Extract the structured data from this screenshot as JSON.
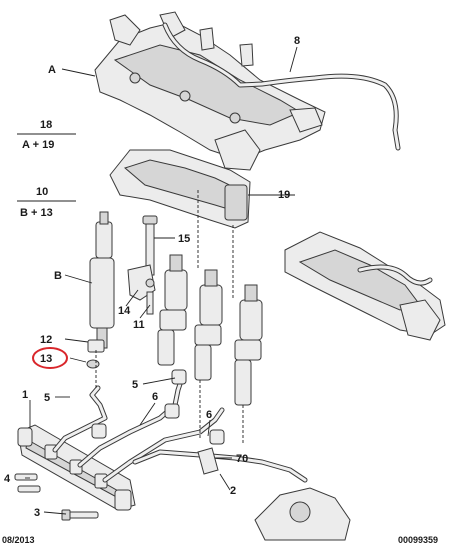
{
  "labels": {
    "A": "A",
    "B": "B",
    "n8": "8",
    "n18": "18",
    "n18_sub": "A + 19",
    "n10": "10",
    "n10_sub": "B + 13",
    "n19": "19",
    "n15": "15",
    "n14": "14",
    "n11": "11",
    "n12": "12",
    "n13": "13",
    "n5a": "5",
    "n5b": "5",
    "n6a": "6",
    "n6b": "6",
    "n1": "1",
    "n4": "4",
    "n3": "3",
    "n70": "70",
    "n2": "2"
  },
  "footer": {
    "date": "08/2013",
    "reference": "00099359"
  },
  "highlight_color": "#d9262b"
}
